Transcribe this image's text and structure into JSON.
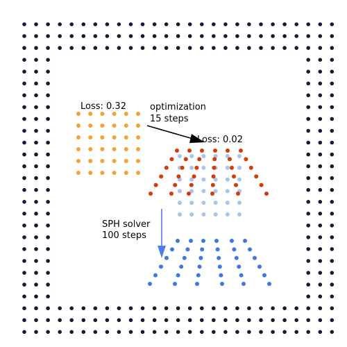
{
  "labels": {
    "initial_loss": "Loss: 0.32",
    "optimization_line1": "optimization",
    "optimization_line2": "15 steps",
    "final_loss": "Loss: 0.02",
    "sph_line1": "SPH solver",
    "sph_line2": "100 steps"
  },
  "colors": {
    "boundary": "#2b0f33",
    "initial_block": "#f5a133",
    "optimized_particles": "#d23c0a",
    "target_ghost": "#a9c2f0",
    "simulated_particles": "#3f78e0",
    "sph_arrow": "#4a7fe8",
    "opt_arrow": "#000000"
  },
  "icons": {
    "optimization_arrow": "arrow-right-icon",
    "sph_arrow": "arrow-down-icon"
  }
}
